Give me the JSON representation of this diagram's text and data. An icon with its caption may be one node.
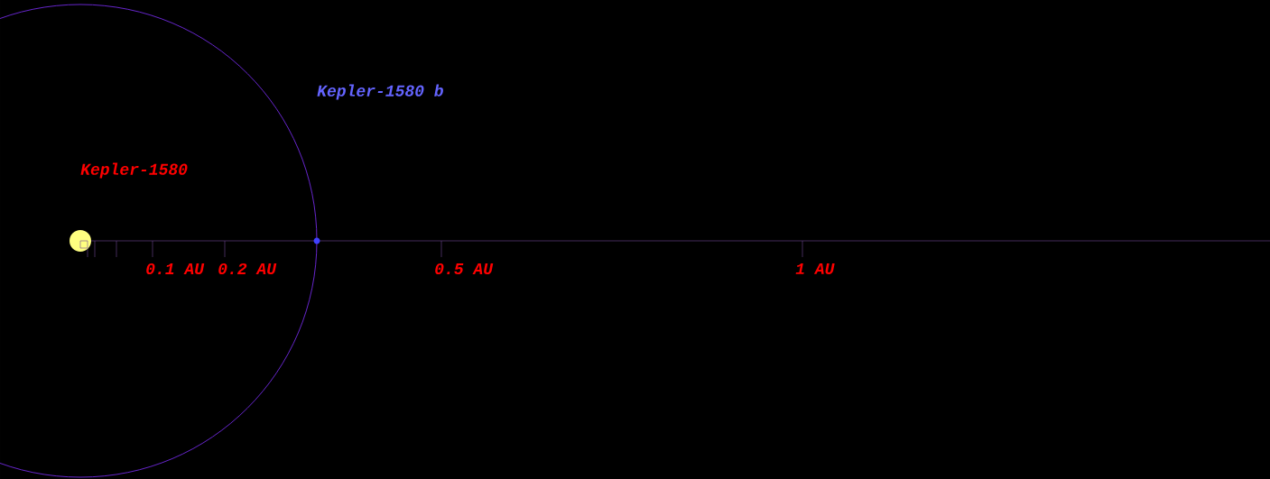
{
  "diagram": {
    "nodes": [
      {
        "text": [],
        "shape": "circle"
      },
      {
        "text": [],
        "shape": "circle"
      }
    ],
    "labels": [
      "Kepler-1580 b",
      "Kepler-1580",
      "0.1 AU",
      "0.2 AU",
      "0.5 AU",
      "1 AU"
    ]
  }
}
